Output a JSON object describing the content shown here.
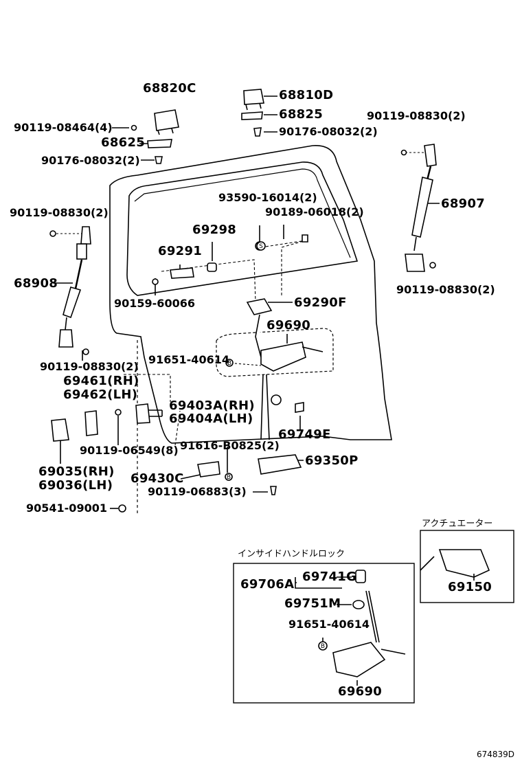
{
  "parts": {
    "p68820C": "68820C",
    "p90119_08464": "90119-08464(4)",
    "p68625": "68625",
    "p90176_08032_a": "90176-08032(2)",
    "p68810D": "68810D",
    "p68825": "68825",
    "p90176_08032_b": "90176-08032(2)",
    "p90119_08830_tr": "90119-08830(2)",
    "p68907": "68907",
    "p90119_08830_r2": "90119-08830(2)",
    "p90119_08830_tl": "90119-08830(2)",
    "p68908": "68908",
    "p90119_08830_l2": "90119-08830(2)",
    "p93590": "93590-16014(2)",
    "p90189": "90189-06018(2)",
    "p69298": "69298",
    "p69291": "69291",
    "p90159": "90159-60066",
    "p69290F": "69290F",
    "p69690_top": "69690",
    "p91651_top": "91651-40614",
    "p69461": "69461(RH)",
    "p69462": "69462(LH)",
    "p69403A": "69403A(RH)",
    "p69404A": "69404A(LH)",
    "p90119_06549": "90119-06549(8)",
    "p91616": "91616-B0825(2)",
    "p69749E": "69749E",
    "p69350P": "69350P",
    "p69035": "69035(RH)",
    "p69036": "69036(LH)",
    "p69430C": "69430C",
    "p90119_06883": "90119-06883(3)",
    "p90541": "90541-09001"
  },
  "inset_inside": {
    "title": "インサイドハンドルロック",
    "p69706A": "69706A",
    "p69741G": "69741G",
    "p69751M": "69751M",
    "p91651": "91651-40614",
    "p69690": "69690"
  },
  "inset_actuator": {
    "title": "アクチュエーター",
    "p69150": "69150"
  },
  "footer": {
    "code": "674839D"
  }
}
